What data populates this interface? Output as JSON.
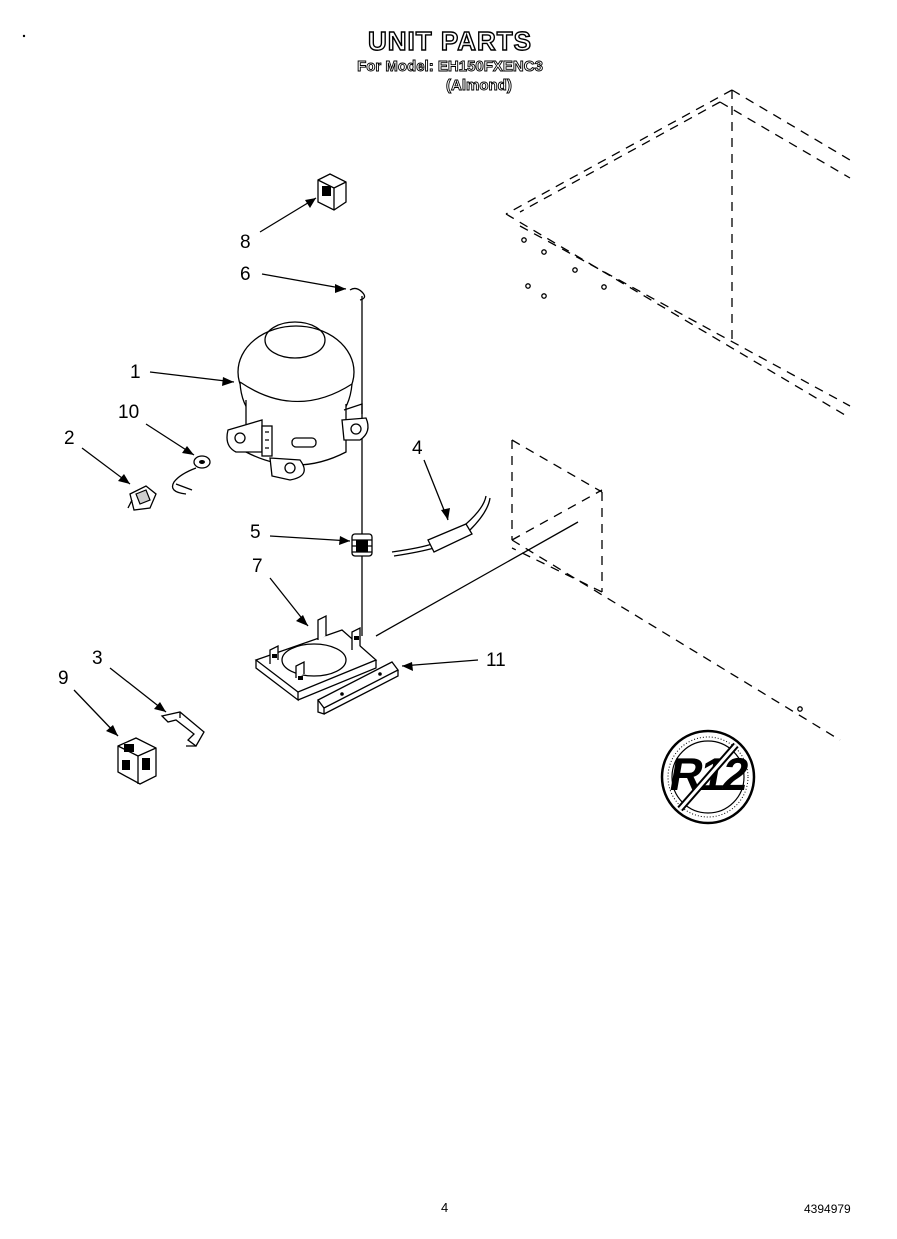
{
  "header": {
    "title": "UNIT PARTS",
    "model_line": "For Model: EH150FXENC3",
    "color_line": "(Almond)"
  },
  "callouts": [
    {
      "id": "8",
      "label": "8"
    },
    {
      "id": "6",
      "label": "6"
    },
    {
      "id": "1",
      "label": "1"
    },
    {
      "id": "10",
      "label": "10"
    },
    {
      "id": "2",
      "label": "2"
    },
    {
      "id": "4",
      "label": "4"
    },
    {
      "id": "5",
      "label": "5"
    },
    {
      "id": "7",
      "label": "7"
    },
    {
      "id": "3",
      "label": "3"
    },
    {
      "id": "11",
      "label": "11"
    },
    {
      "id": "9",
      "label": "9"
    }
  ],
  "badge": {
    "label": "R12",
    "icon": "no-r12-refrigerant-symbol"
  },
  "footer": {
    "page_number": "4",
    "document_number": "4394979"
  }
}
